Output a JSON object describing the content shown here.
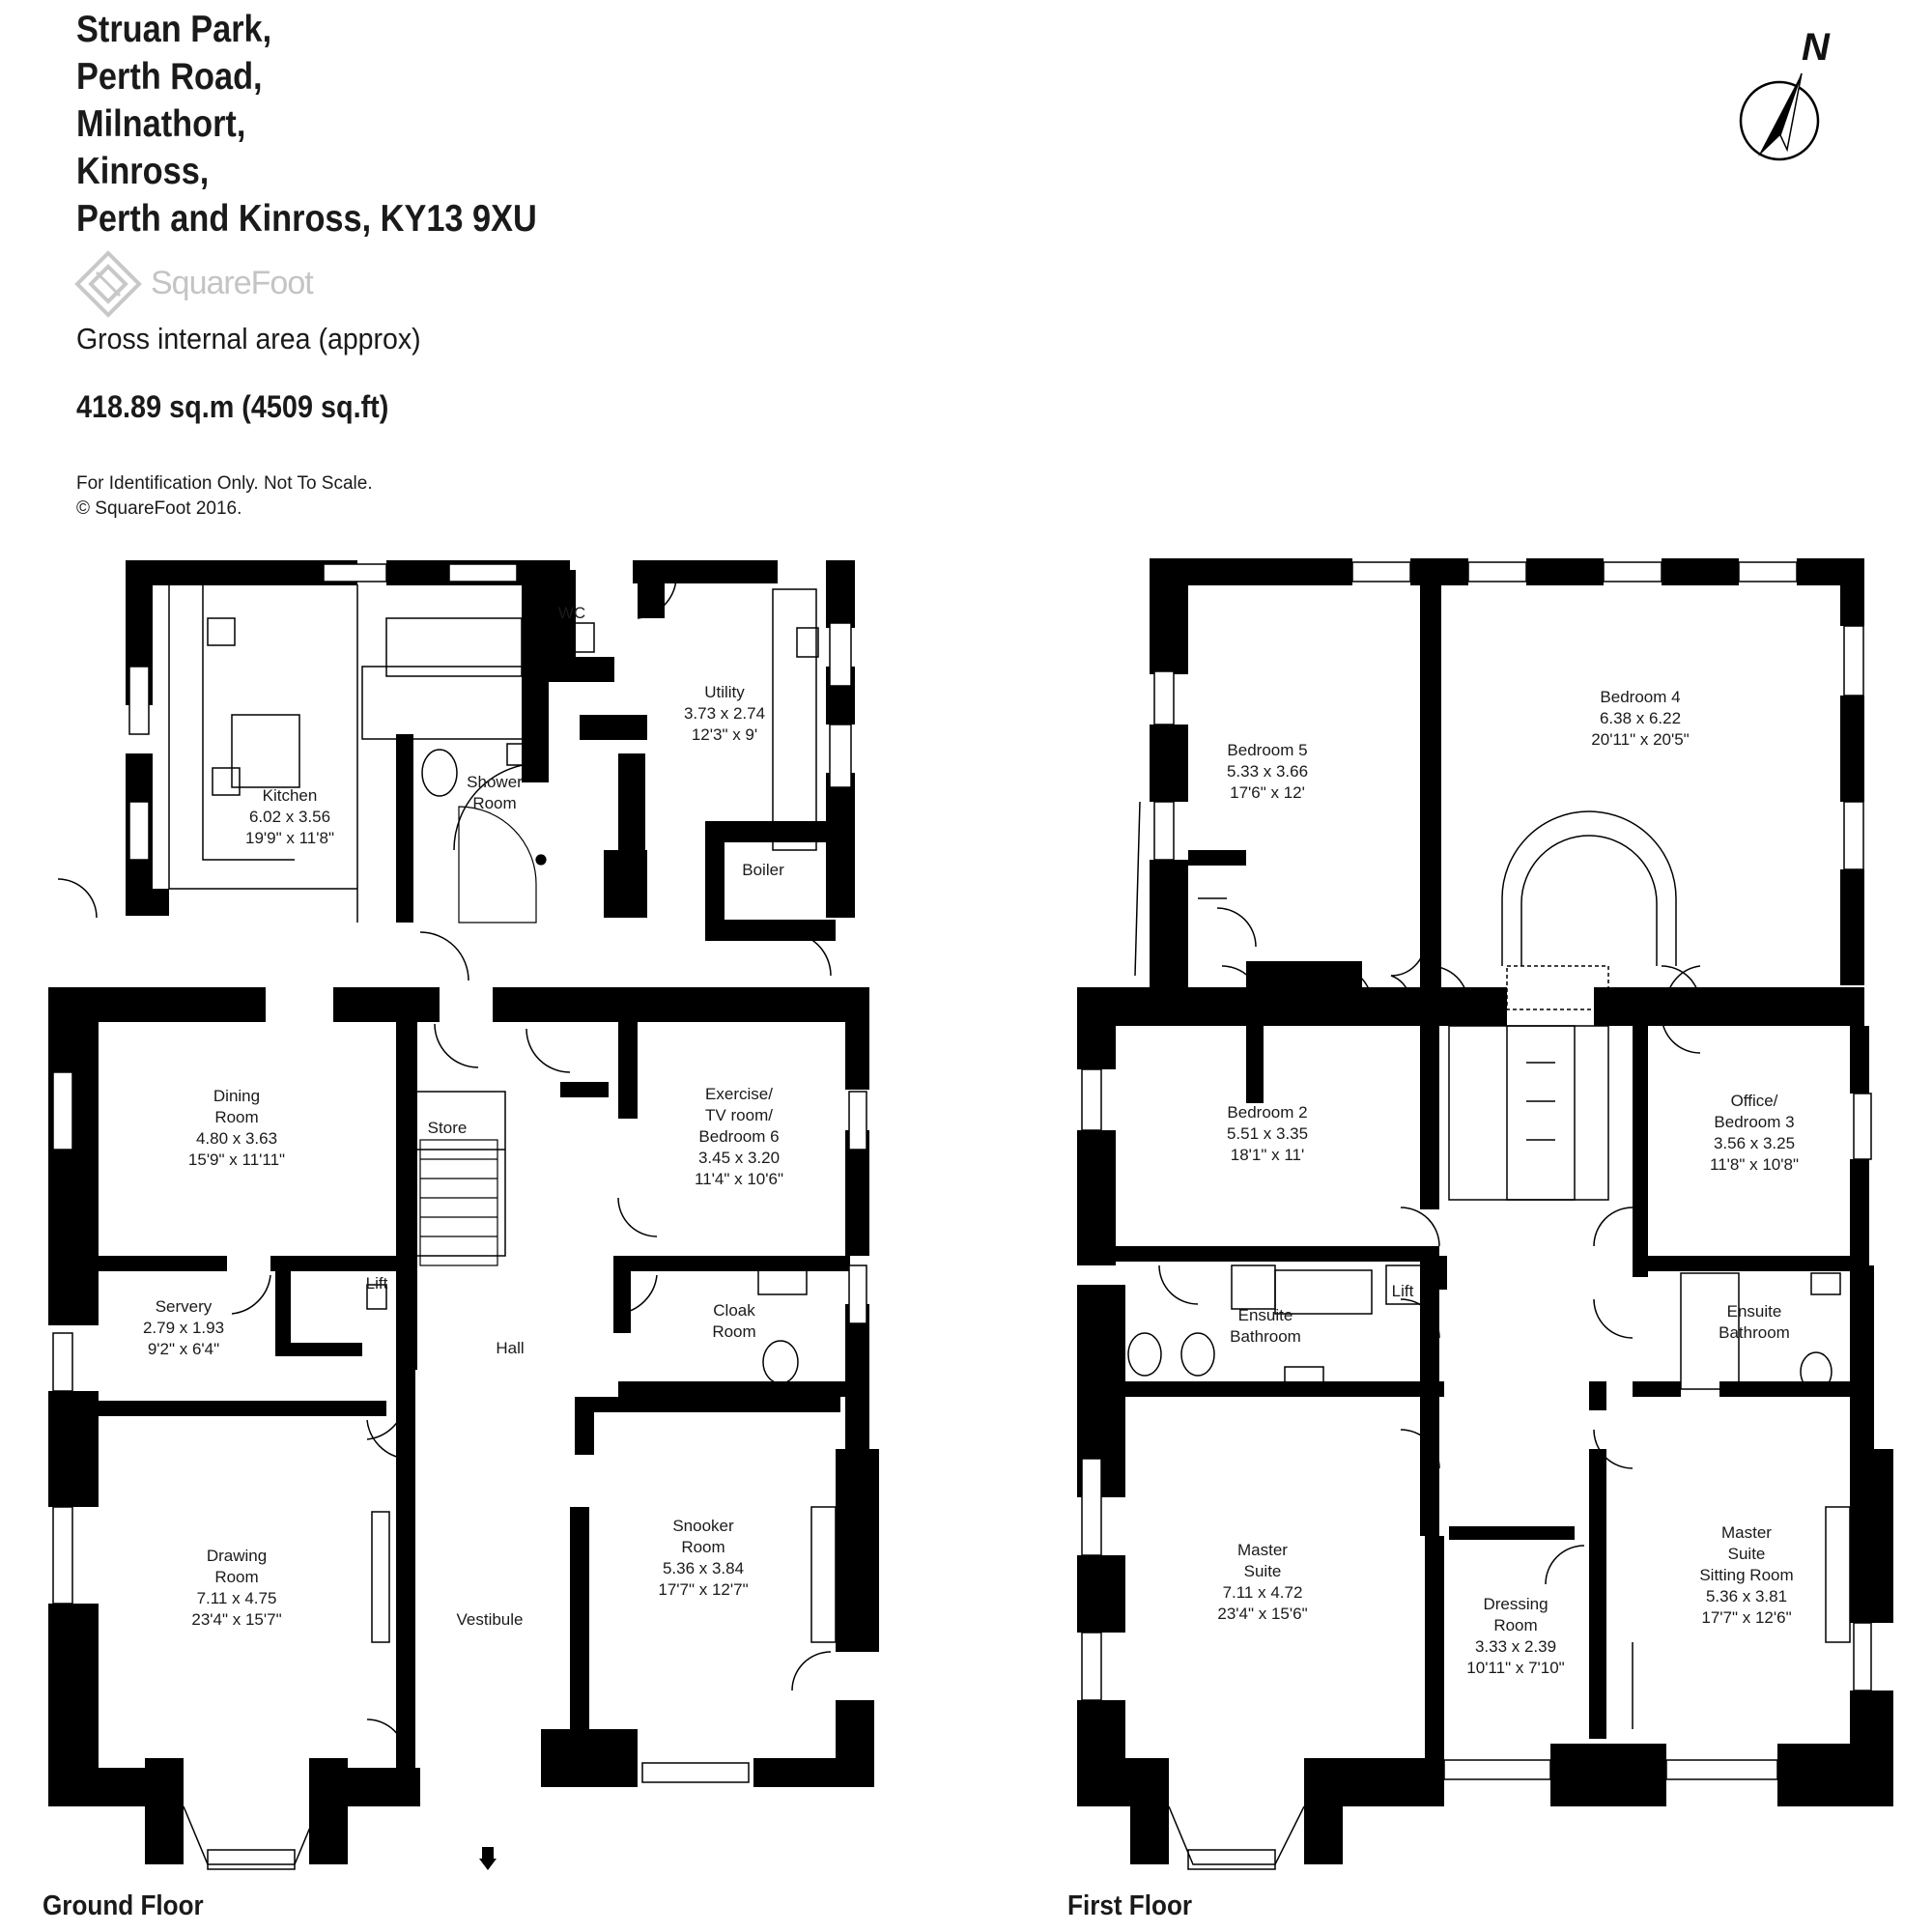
{
  "address_lines": [
    "Struan Park,",
    "Perth Road,",
    "Milnathort,",
    "Kinross,",
    "Perth and Kinross, KY13 9XU"
  ],
  "brand": "SquareFoot",
  "area": {
    "label": "Gross internal area (approx)",
    "value": "418.89 sq.m (4509 sq.ft)"
  },
  "disclaimer": [
    "For Identification Only. Not To Scale.",
    "© SquareFoot 2016."
  ],
  "compass": "N",
  "floors": [
    {
      "label": "Ground Floor",
      "rooms": [
        {
          "lines": [
            "Kitchen",
            "6.02 x 3.56",
            "19'9\" x 11'8\""
          ]
        },
        {
          "lines": [
            "WC"
          ]
        },
        {
          "lines": [
            "Utility",
            "3.73 x 2.74",
            "12'3\" x 9'"
          ]
        },
        {
          "lines": [
            "Shower",
            "Room"
          ]
        },
        {
          "lines": [
            "Boiler"
          ]
        },
        {
          "lines": [
            "Dining",
            "Room",
            "4.80 x 3.63",
            "15'9\" x 11'11\""
          ]
        },
        {
          "lines": [
            "Store"
          ]
        },
        {
          "lines": [
            "Exercise/",
            "TV room/",
            "Bedroom 6",
            "3.45 x 3.20",
            "11'4\" x 10'6\""
          ]
        },
        {
          "lines": [
            "Servery",
            "2.79 x 1.93",
            "9'2\" x 6'4\""
          ]
        },
        {
          "lines": [
            "Lift"
          ]
        },
        {
          "lines": [
            "Hall"
          ]
        },
        {
          "lines": [
            "Cloak",
            "Room"
          ]
        },
        {
          "lines": [
            "Drawing",
            "Room",
            "7.11 x 4.75",
            "23'4\" x 15'7\""
          ]
        },
        {
          "lines": [
            "Vestibule"
          ]
        },
        {
          "lines": [
            "Snooker",
            "Room",
            "5.36 x 3.84",
            "17'7\" x 12'7\""
          ]
        }
      ]
    },
    {
      "label": "First Floor",
      "rooms": [
        {
          "lines": [
            "Bedroom 5",
            "5.33 x 3.66",
            "17'6\" x 12'"
          ]
        },
        {
          "lines": [
            "Bedroom 4",
            "6.38 x 6.22",
            "20'11\" x 20'5\""
          ]
        },
        {
          "lines": [
            "Bedroom 2",
            "5.51 x 3.35",
            "18'1\" x 11'"
          ]
        },
        {
          "lines": [
            "Office/",
            "Bedroom 3",
            "3.56 x 3.25",
            "11'8\" x 10'8\""
          ]
        },
        {
          "lines": [
            "Lift"
          ]
        },
        {
          "lines": [
            "Ensuite",
            "Bathroom"
          ]
        },
        {
          "lines": [
            "Ensuite",
            "Bathroom"
          ]
        },
        {
          "lines": [
            "Master",
            "Suite",
            "7.11 x 4.72",
            "23'4\" x 15'6\""
          ]
        },
        {
          "lines": [
            "Dressing",
            "Room",
            "3.33 x 2.39",
            "10'11\" x 7'10\""
          ]
        },
        {
          "lines": [
            "Master",
            "Suite",
            "Sitting Room",
            "5.36 x 3.81",
            "17'7\" x 12'6\""
          ]
        }
      ]
    }
  ]
}
